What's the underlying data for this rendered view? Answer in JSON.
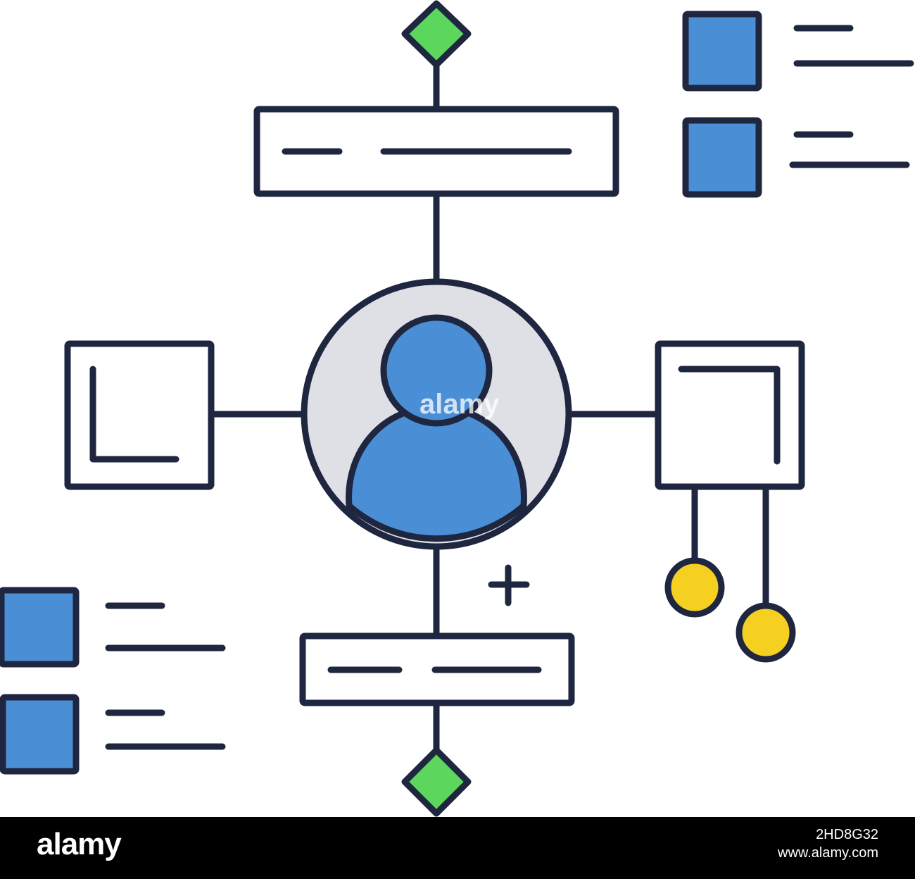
{
  "colors": {
    "stroke": "#1e2640",
    "node_fill": "#ffffff",
    "square_fill": "#4a8fd6",
    "diamond_fill": "#5cd65c",
    "circle_fill": "#dfe0e6",
    "avatar_fill": "#4a8fd6",
    "dot_fill": "#f5d020",
    "footer_bg": "#000000"
  },
  "icons": {
    "center": "user-avatar-icon",
    "start": "diamond-decision-icon",
    "end": "diamond-decision-icon",
    "plus": "plus-icon"
  },
  "watermark": "alamy",
  "footer": {
    "logo": "alamy",
    "image_id": "2HD8G32",
    "site": "www.alamy.com"
  }
}
